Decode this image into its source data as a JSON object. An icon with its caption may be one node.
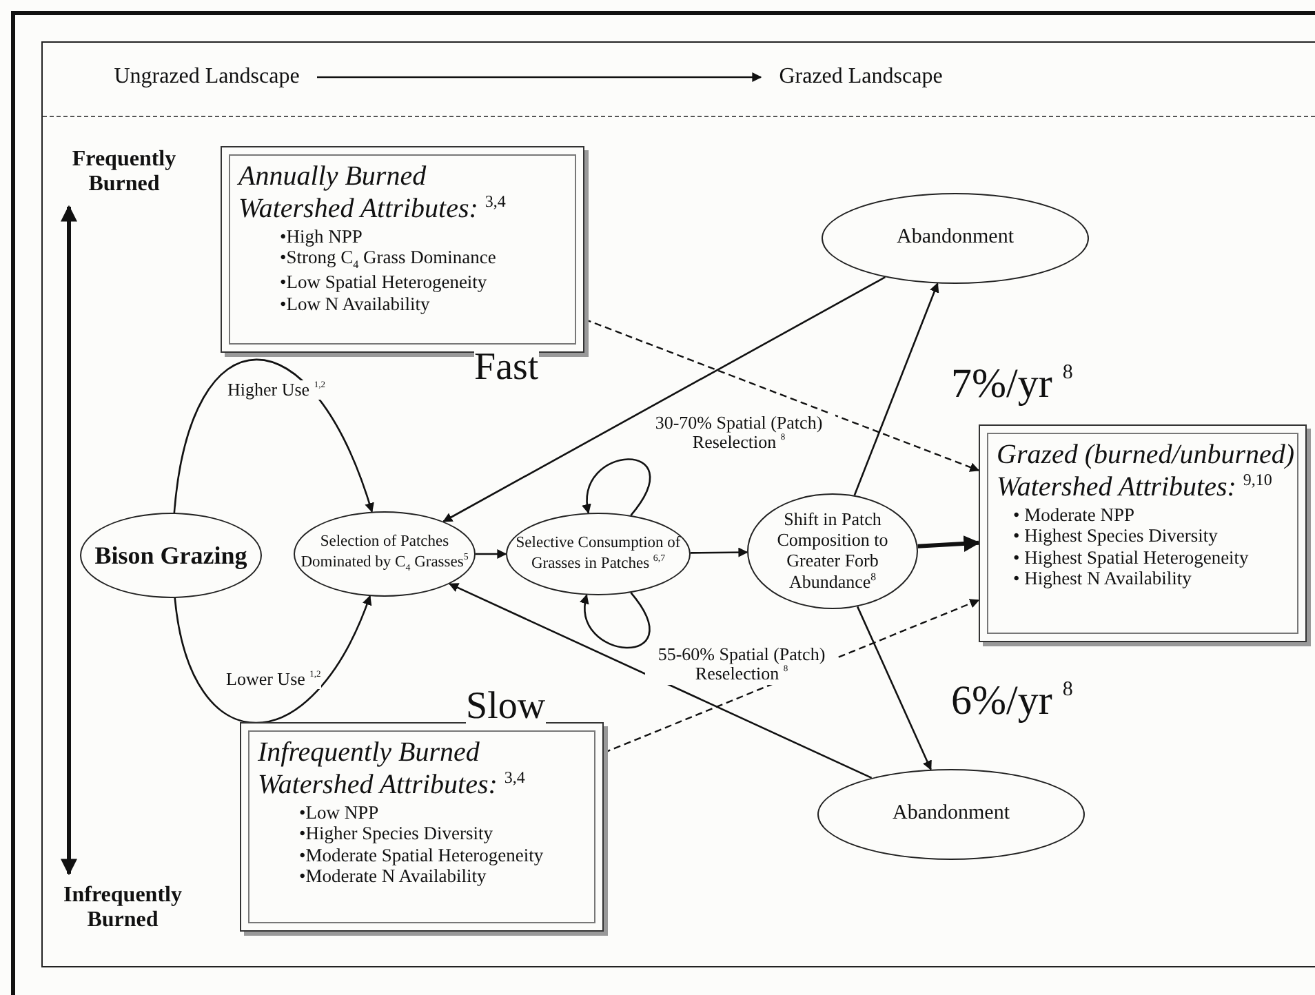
{
  "diagram": {
    "nodes": [
      {
        "text": [
          "Ungrazed Landscape"
        ]
      },
      {
        "text": [
          "Grazed Landscape"
        ]
      },
      {
        "text": [
          "Frequently Burned"
        ]
      },
      {
        "text": [
          "Infrequently Burned"
        ]
      },
      {
        "text": [
          "Annually Burned",
          "Watershed Attributes: $^{3,4}$",
          "•High NPP",
          "•Strong C$_{4}$ Grass Dominance",
          "•Low Spatial Heterogeneity",
          "•Low N Availability"
        ]
      },
      {
        "text": [
          "Bison Grazing"
        ]
      },
      {
        "text": [
          "Selection of Patches Dominated by C$_{4}$ Grasses$^{5}$"
        ]
      },
      {
        "text": [
          "Selective Consumption of Grasses in Patches $^{6,7}$"
        ]
      },
      {
        "text": [
          "Shift in Patch Composition to Greater Forb Abundance$^{8}$"
        ]
      },
      {
        "text": [
          "Abandonment"
        ]
      },
      {
        "text": [
          "Grazed (burned/unburned)",
          "Watershed Attributes: $^{9,10}$",
          "• Moderate NPP",
          "• Highest Species Diversity",
          "• Highest Spatial Heterogeneity",
          "• Highest N Availability"
        ]
      },
      {
        "text": [
          "Abandonment"
        ]
      },
      {
        "text": [
          "Infrequently Burned",
          "Watershed Attributes: $^{3,4}$",
          "•Low NPP",
          "•Higher Species Diversity",
          "•Moderate Spatial Heterogeneity",
          "•Moderate N Availability"
        ]
      }
    ],
    "edges": [
      {
        "from": 0,
        "to": 1,
        "arrow": "to"
      },
      {
        "from": 2,
        "to": 3,
        "arrow": "both",
        "style": "thick"
      },
      {
        "from": 5,
        "to": 6,
        "arrow": "to",
        "label": "Higher Use $^{1,2}$"
      },
      {
        "from": 5,
        "to": 6,
        "arrow": "to",
        "label": "Lower Use $^{1,2}$"
      },
      {
        "from": 6,
        "to": 7,
        "arrow": "to"
      },
      {
        "from": 7,
        "to": 7,
        "arrow": "to",
        "label": "30-70% Spatial (Patch) Reselection $^{8}$"
      },
      {
        "from": 7,
        "to": 7,
        "arrow": "to",
        "label": "55-60% Spatial (Patch) Reselection $^{8}$"
      },
      {
        "from": 7,
        "to": 8,
        "arrow": "to"
      },
      {
        "from": 8,
        "to": 10,
        "arrow": "to",
        "style": "thick"
      },
      {
        "from": 8,
        "to": 9,
        "arrow": "to",
        "label": "7%/yr $^{8}$"
      },
      {
        "from": 8,
        "to": 11,
        "arrow": "to",
        "label": "6%/yr $^{8}$"
      },
      {
        "from": 9,
        "to": 6,
        "arrow": "to",
        "label": "Fast"
      },
      {
        "from": 11,
        "to": 6,
        "arrow": "to",
        "label": "Slow"
      },
      {
        "from": 4,
        "to": 10,
        "arrow": "to",
        "style": "dashed"
      },
      {
        "from": 12,
        "to": 10,
        "arrow": "to",
        "style": "dashed"
      }
    ]
  }
}
